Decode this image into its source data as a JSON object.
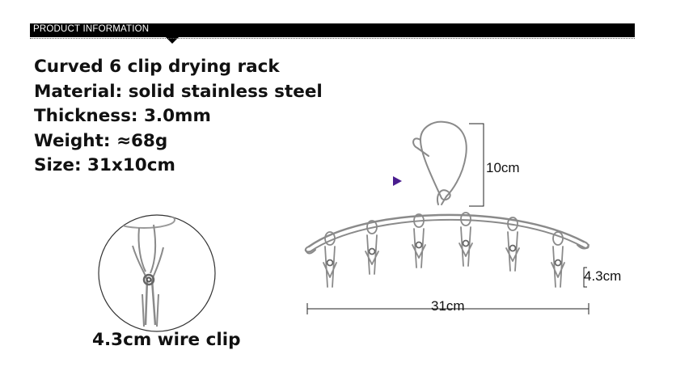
{
  "banner": {
    "label": "PRODUCT INFORMATION"
  },
  "specs": {
    "title": "Curved 6 clip drying rack",
    "material": "Material: solid stainless steel",
    "thickness": "Thickness: 3.0mm",
    "weight": "Weight: ≈68g",
    "size": "Size: 31x10cm"
  },
  "clip_detail": {
    "caption": "4.3cm wire clip"
  },
  "dimensions": {
    "height": "10cm",
    "clip_length": "4.3cm",
    "width": "31cm"
  },
  "icons": {
    "play": "play-icon"
  },
  "colors": {
    "banner": "#000000",
    "text": "#111111",
    "steel": "#8a8a8a",
    "play_icon": "#4a1d8f"
  }
}
